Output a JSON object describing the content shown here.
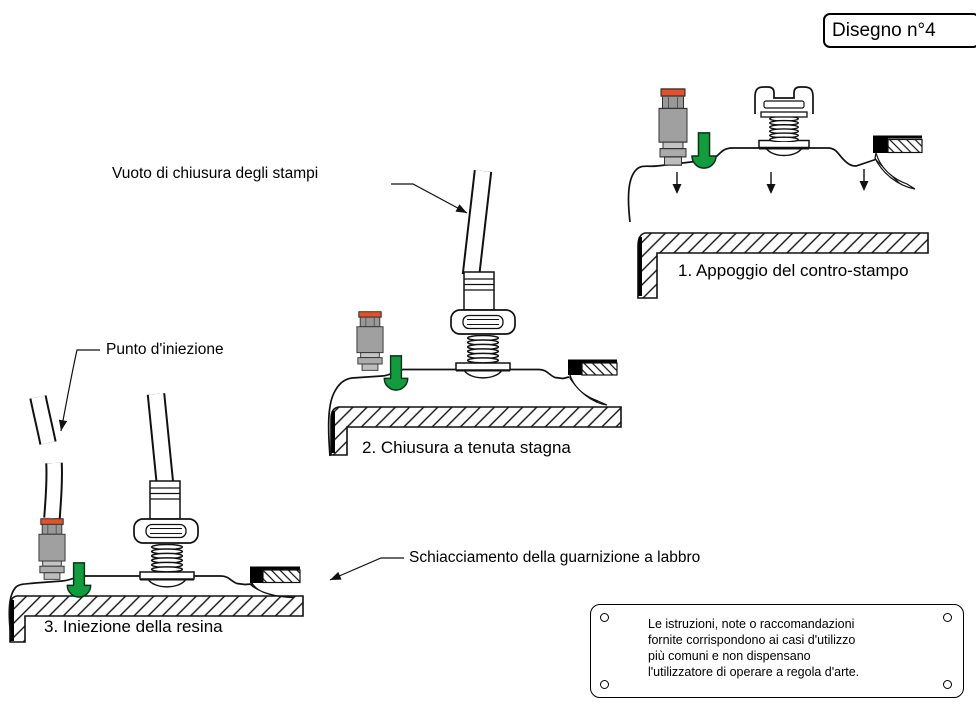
{
  "drawing_label": "Disegno n°4",
  "labels": {
    "mold_vacuum": "Vuoto di chiusura degli stampi",
    "injection_point": "Punto d'iniezione",
    "lip_gasket": "Schiacciamento della guarnizione a labbro"
  },
  "steps": [
    {
      "caption": "1. Appoggio del contro-stampo"
    },
    {
      "caption": "2. Chiusura a tenuta stagna"
    },
    {
      "caption": "3. Iniezione della resina"
    }
  ],
  "note": {
    "lines": [
      "Le istruzioni, note o raccomandazioni",
      "fornite corrispondono ai casi d'utilizzo",
      "più comuni e non dispensano",
      "l'utilizzatore di operare a regola d'arte."
    ]
  },
  "colors": {
    "plug_green": "#129c3e",
    "fitting_orange": "#e2512a",
    "line": "#111111"
  }
}
